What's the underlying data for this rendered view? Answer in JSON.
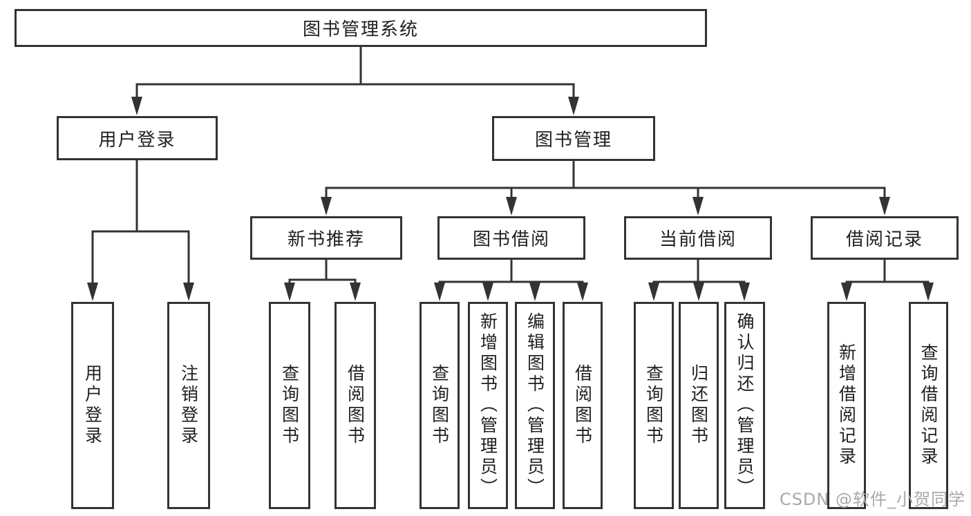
{
  "root": {
    "label": "图书管理系统"
  },
  "user_login": {
    "label": "用户登录",
    "children": {
      "login": "用户登录",
      "logout": "注销登录"
    }
  },
  "book_management": {
    "label": "图书管理"
  },
  "new_book_rec": {
    "label": "新书推荐",
    "children": {
      "query": "查询图书",
      "borrow": "借阅图书"
    }
  },
  "book_borrow": {
    "label": "图书借阅",
    "children": {
      "query": "查询图书",
      "add": "新增图书（管理员）",
      "edit": "编辑图书（管理员）",
      "borrow": "借阅图书"
    }
  },
  "current_borrow": {
    "label": "当前借阅",
    "children": {
      "query": "查询图书",
      "return": "归还图书",
      "confirm": "确认归还（管理员）"
    }
  },
  "borrow_records": {
    "label": "借阅记录",
    "children": {
      "add": "新增借阅记录",
      "query": "查询借阅记录"
    }
  },
  "watermark": "CSDN @软件_小贺同学",
  "colors": {
    "line": "#333333",
    "text": "#1f1f1f",
    "watermark": "#a9a9a9",
    "background": "#ffffff"
  }
}
